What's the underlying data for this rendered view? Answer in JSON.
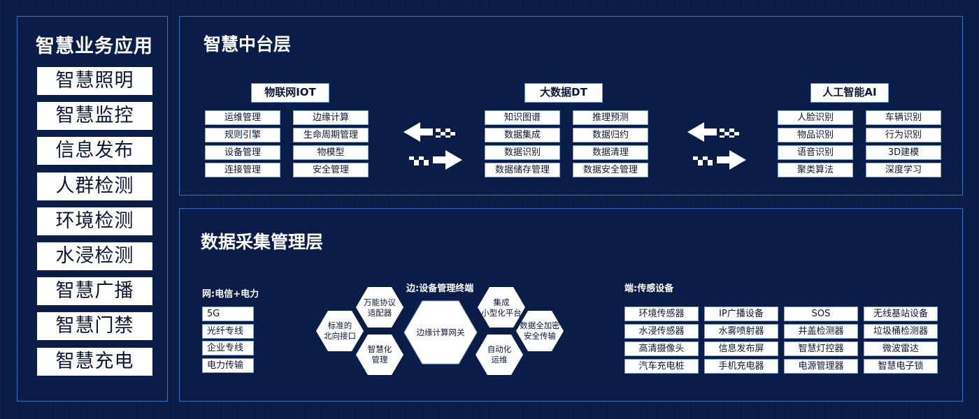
{
  "business_apps": {
    "title": "智慧业务应用",
    "items": [
      "智慧照明",
      "智慧监控",
      "信息发布",
      "人群检测",
      "环境检测",
      "水浸检测",
      "智慧广播",
      "智慧门禁",
      "智慧充电"
    ]
  },
  "middle_layer": {
    "title": "智慧中台层",
    "groups": [
      {
        "title": "物联网IOT",
        "cells": [
          "运维管理",
          "边缘计算",
          "规则引擎",
          "生命周期管理",
          "设备管理",
          "物模型",
          "连接管理",
          "安全管理"
        ]
      },
      {
        "title": "大数据DT",
        "cells": [
          "知识图谱",
          "推理预测",
          "数据集成",
          "数据归约",
          "数据识别",
          "数据清理",
          "数据储存管理",
          "数据安全管理"
        ]
      },
      {
        "title": "人工智能AI",
        "cells": [
          "人脸识别",
          "车辆识别",
          "物品识别",
          "行为识别",
          "语音识别",
          "3D建模",
          "聚类算法",
          "深度学习"
        ]
      }
    ]
  },
  "collection_layer": {
    "title": "数据采集管理层",
    "network": {
      "label": "网:电信+电力",
      "items": [
        "5G",
        "光纤专线",
        "企业专线",
        "电力传输"
      ]
    },
    "edge": {
      "label": "边:设备管理终端",
      "center": "边缘计算网关",
      "hexes": {
        "north": [
          "标准的",
          "北向接口"
        ],
        "protocol": [
          "万能协议",
          "适配器"
        ],
        "smart": [
          "智慧化",
          "管理"
        ],
        "platform": [
          "集成",
          "小型化平台"
        ],
        "secure": [
          "数据全加密",
          "安全传输"
        ],
        "auto": [
          "自动化",
          "运维"
        ]
      }
    },
    "terminal": {
      "label": "端:传感设备",
      "items": [
        "环境传感器",
        "IP广播设备",
        "SOS",
        "无线基站设备",
        "水浸传感器",
        "水雾喷射器",
        "井盖检测器",
        "垃圾桶检测器",
        "高清摄像头",
        "信息发布屏",
        "智慧灯控器",
        "微波雷达",
        "汽车充电桩",
        "手机充电器",
        "电源管理器",
        "智慧电子锁"
      ]
    }
  },
  "colors": {
    "background": "#0b1d46",
    "panel_border": "#2c73c8",
    "cell_background": "#ffffff",
    "cell_text": "#0b1636"
  }
}
